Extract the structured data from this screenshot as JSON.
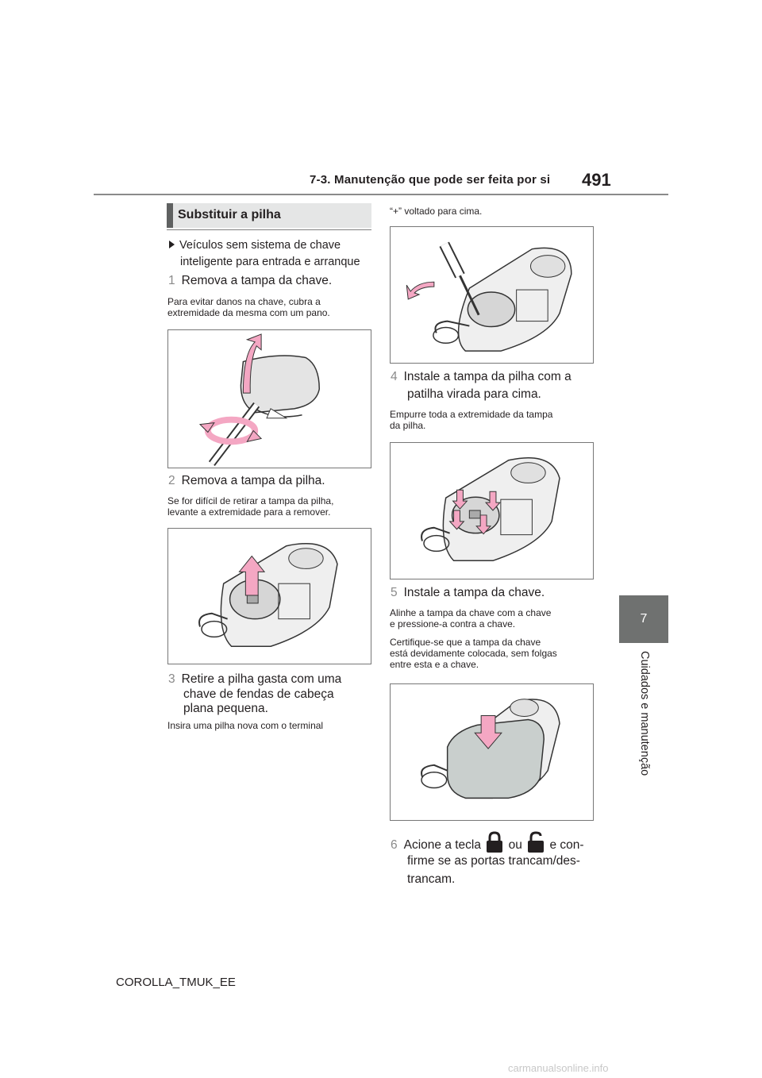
{
  "header": {
    "section": "7-3. Manutenção que pode ser feita por si",
    "page_number": "491"
  },
  "tab": {
    "number": "7",
    "chapter_title": "Cuidados e manutenção"
  },
  "section_title": "Substituir a pilha",
  "left": {
    "bullet_line1": "Veículos sem sistema de chave",
    "bullet_line2": "inteligente para entrada e arranque",
    "step1": {
      "num": "1",
      "text": "Remova a tampa da chave."
    },
    "note1_line1": "Para evitar danos na chave, cubra a",
    "note1_line2": "extremidade da mesma com um pano.",
    "step2": {
      "num": "2",
      "text": "Remova a tampa da pilha."
    },
    "note2_line1": "Se for difícil de retirar a tampa da pilha,",
    "note2_line2": "levante a extremidade para a remover.",
    "step3": {
      "num": "3",
      "line1": "Retire a pilha gasta com uma",
      "line2": "chave de fendas de cabeça",
      "line3": "plana pequena."
    },
    "note3": "Insira uma pilha nova com o terminal"
  },
  "right": {
    "note3_cont": "“+” voltado para cima.",
    "step4": {
      "num": "4",
      "line1": "Instale a tampa da pilha com a",
      "line2": "patilha virada para cima."
    },
    "note4_line1": "Empurre toda a extremidade da tampa",
    "note4_line2": "da pilha.",
    "step5": {
      "num": "5",
      "text": "Instale a tampa da chave."
    },
    "note5a_line1": "Alinhe a tampa da chave com a chave",
    "note5a_line2": "e pressione-a contra a chave.",
    "note5b_line1": "Certifique-se que a tampa da chave",
    "note5b_line2": "está devidamente colocada, sem folgas",
    "note5b_line3": "entre esta e a chave.",
    "step6": {
      "num": "6",
      "pre": "Acione a tecla",
      "mid": "ou",
      "post": "e con-",
      "line2": "firme se as portas trancam/des-",
      "line3": "trancam."
    }
  },
  "footer": "COROLLA_TMUK_EE",
  "watermark": "carmanualsonline.info",
  "colors": {
    "arrow_pink": "#f4a7c3",
    "tab_gray": "#6f7170",
    "section_bar": "#5f6161"
  },
  "icons": [
    "bullet-triangle-icon",
    "lock-icon",
    "unlock-icon"
  ]
}
